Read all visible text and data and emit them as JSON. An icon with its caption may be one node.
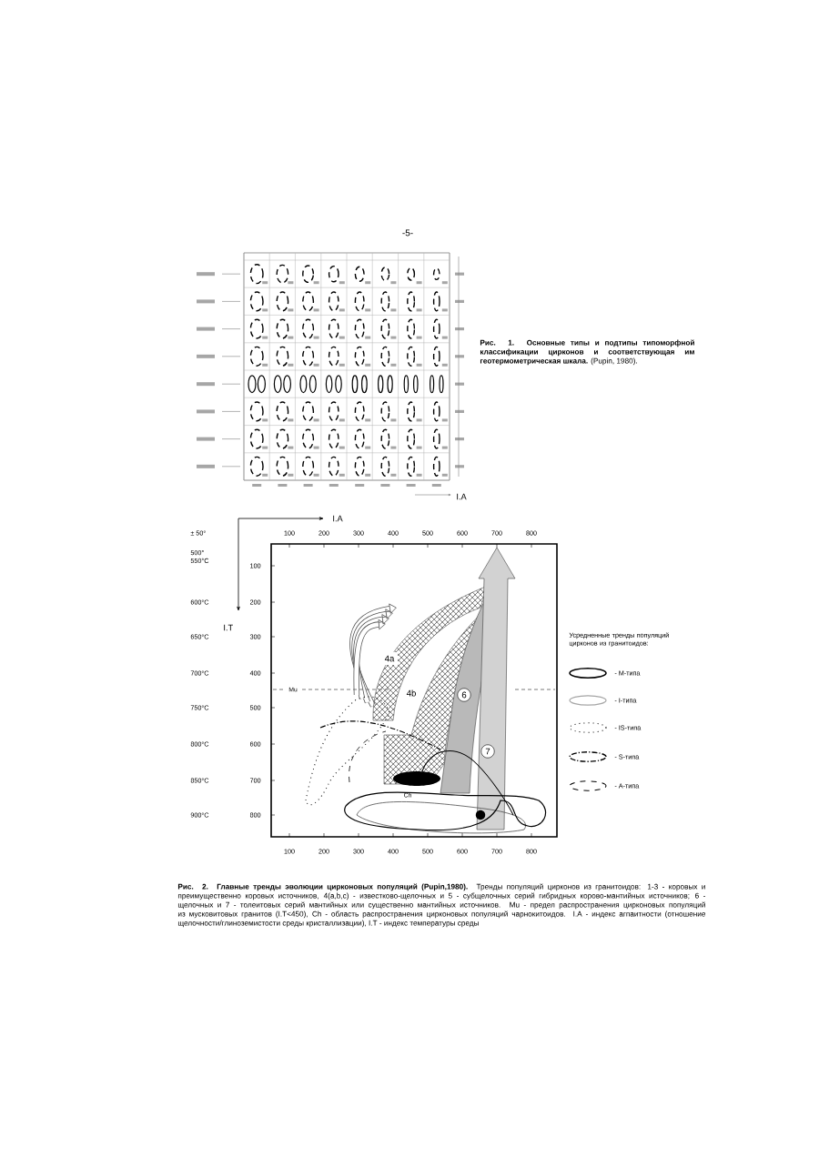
{
  "diagram": {
    "labels": [
      "-5-",
      "**Рис. 1. Основные типы и подтипы типоморфной классификации цирконов и соответствующая им геотермометрическая шкала.** (Pupin, 1980).",
      "I.A",
      "± 50°",
      "500° 550°C",
      "600°C",
      "650°C",
      "700°C",
      "750°C",
      "800°C",
      "850°C",
      "900°C",
      "I.A",
      "I.T",
      "100",
      "200",
      "300",
      "400",
      "500",
      "600",
      "700",
      "800",
      "100",
      "200",
      "300",
      "400",
      "500",
      "600",
      "700",
      "800",
      "Mu",
      "4a",
      "4b",
      "6",
      "7",
      "Ch",
      "Усредненные тренды популяций цирконов из гранитоидов:",
      "100",
      "200",
      "300",
      "400",
      "500",
      "600",
      "700",
      "800",
      "**Рис. 2. Главные тренды эволюции цирконовых популяций (Pupin,1980).** Тренды популяций цирконов из гранитоидов: 1-3 - коровых и преимущественно коровых источников, 4(a,b,c) - известково-щелочных и 5 - субщелочных серий гибридных корово-мантийных источников; 6 - щелочных и 7 - толеитовых серий мантийных или существенно мантийных источников. Mu - предел распространения цирконовых популяций из мусковитовых гранитов (I.T<450), Ch - область распространения цирконовых популяций чарнокитоидов. I.A - индекс агпаитности (отношение щелочности/глиноземистости среды кристаллизации), I.T - индекс температуры среды"
    ],
    "legend": [
      {
        "text": "- M-типа"
      },
      {
        "text": "- I-типа"
      },
      {
        "text": "- IS-типа"
      },
      {
        "text": "- S-типа"
      },
      {
        "text": "- A-типа"
      }
    ]
  }
}
